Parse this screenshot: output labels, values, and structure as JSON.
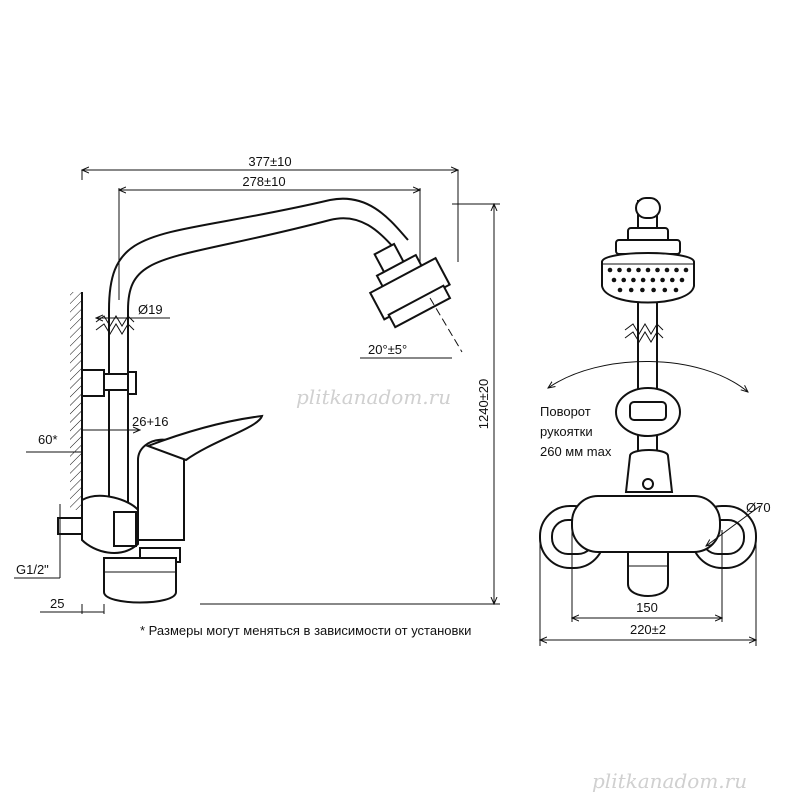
{
  "dimensions": {
    "overall_reach": "377±10",
    "arm_reach": "278±10",
    "pipe_diameter": "Ø19",
    "head_angle": "20°±5°",
    "height": "1240±20",
    "wall_angle": "60*",
    "offset": "26+16",
    "connection": "G1/2\"",
    "depth": "25",
    "centers": "150",
    "width": "220±2",
    "flange_diameter": "Ø70"
  },
  "note": "* Размеры могут меняться в зависимости от установки",
  "rotation_label": [
    "Поворот",
    "рукоятки",
    "260 мм max"
  ],
  "watermarks": [
    "plitkanadom.ru",
    "plitkanadom.ru"
  ]
}
